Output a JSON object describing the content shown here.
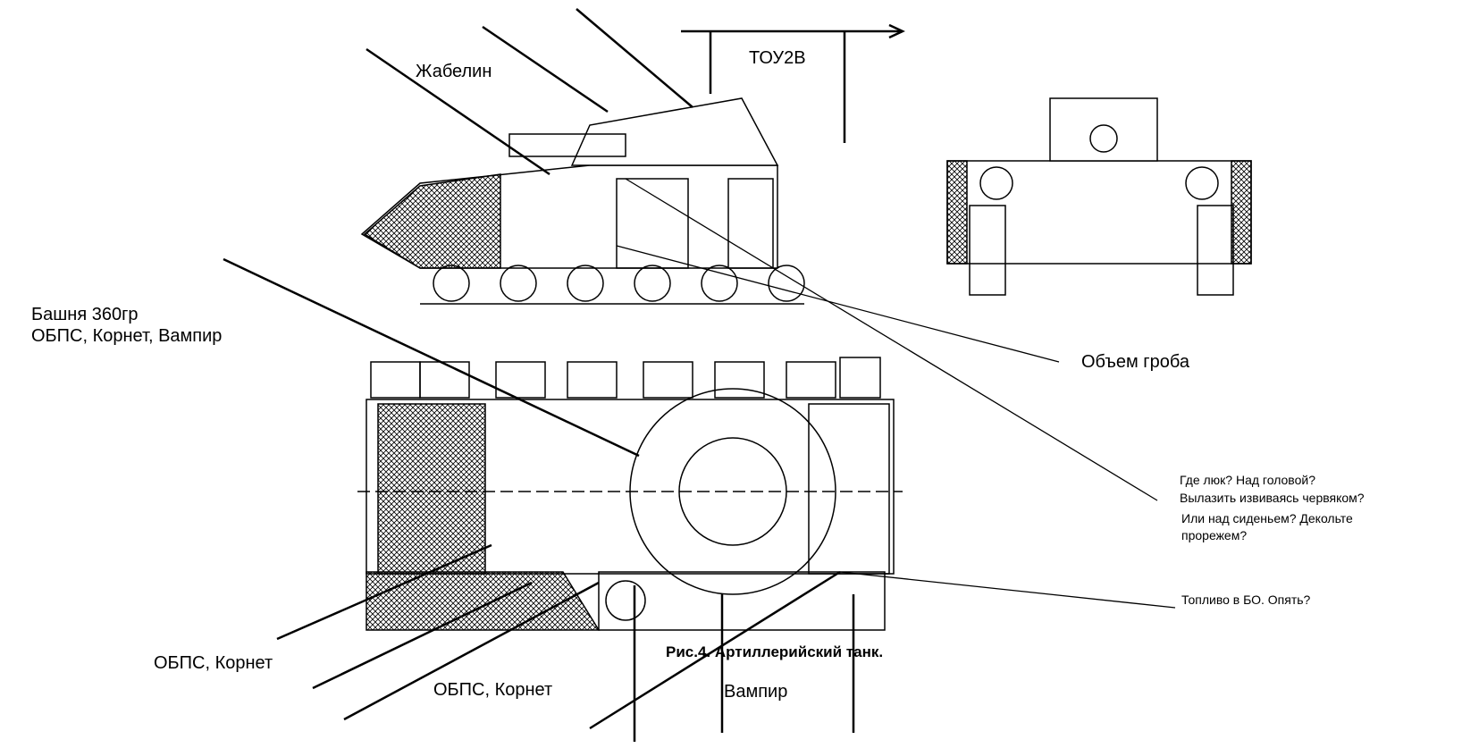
{
  "labels": {
    "javelin": "Жабелин",
    "tow2b": "ТОУ2В",
    "turret_line1": "Башня 360гр",
    "turret_line2": "ОБПС, Корнет, Вампир",
    "coffin": "Объем гроба",
    "hatch_1": "Где люк? Над головой?",
    "hatch_2": "Вылазить извиваясь червяком?",
    "hatch_3": "Или над сиденьем? Декольте",
    "hatch_4": "прорежем?",
    "fuel": "Топливо в БО. Опять?",
    "obps_kornet_1": "ОБПС, Корнет",
    "obps_kornet_2": "ОБПС, Корнет",
    "vampir": "Вампир",
    "caption": "Рис.4. Артиллерийский танк."
  }
}
